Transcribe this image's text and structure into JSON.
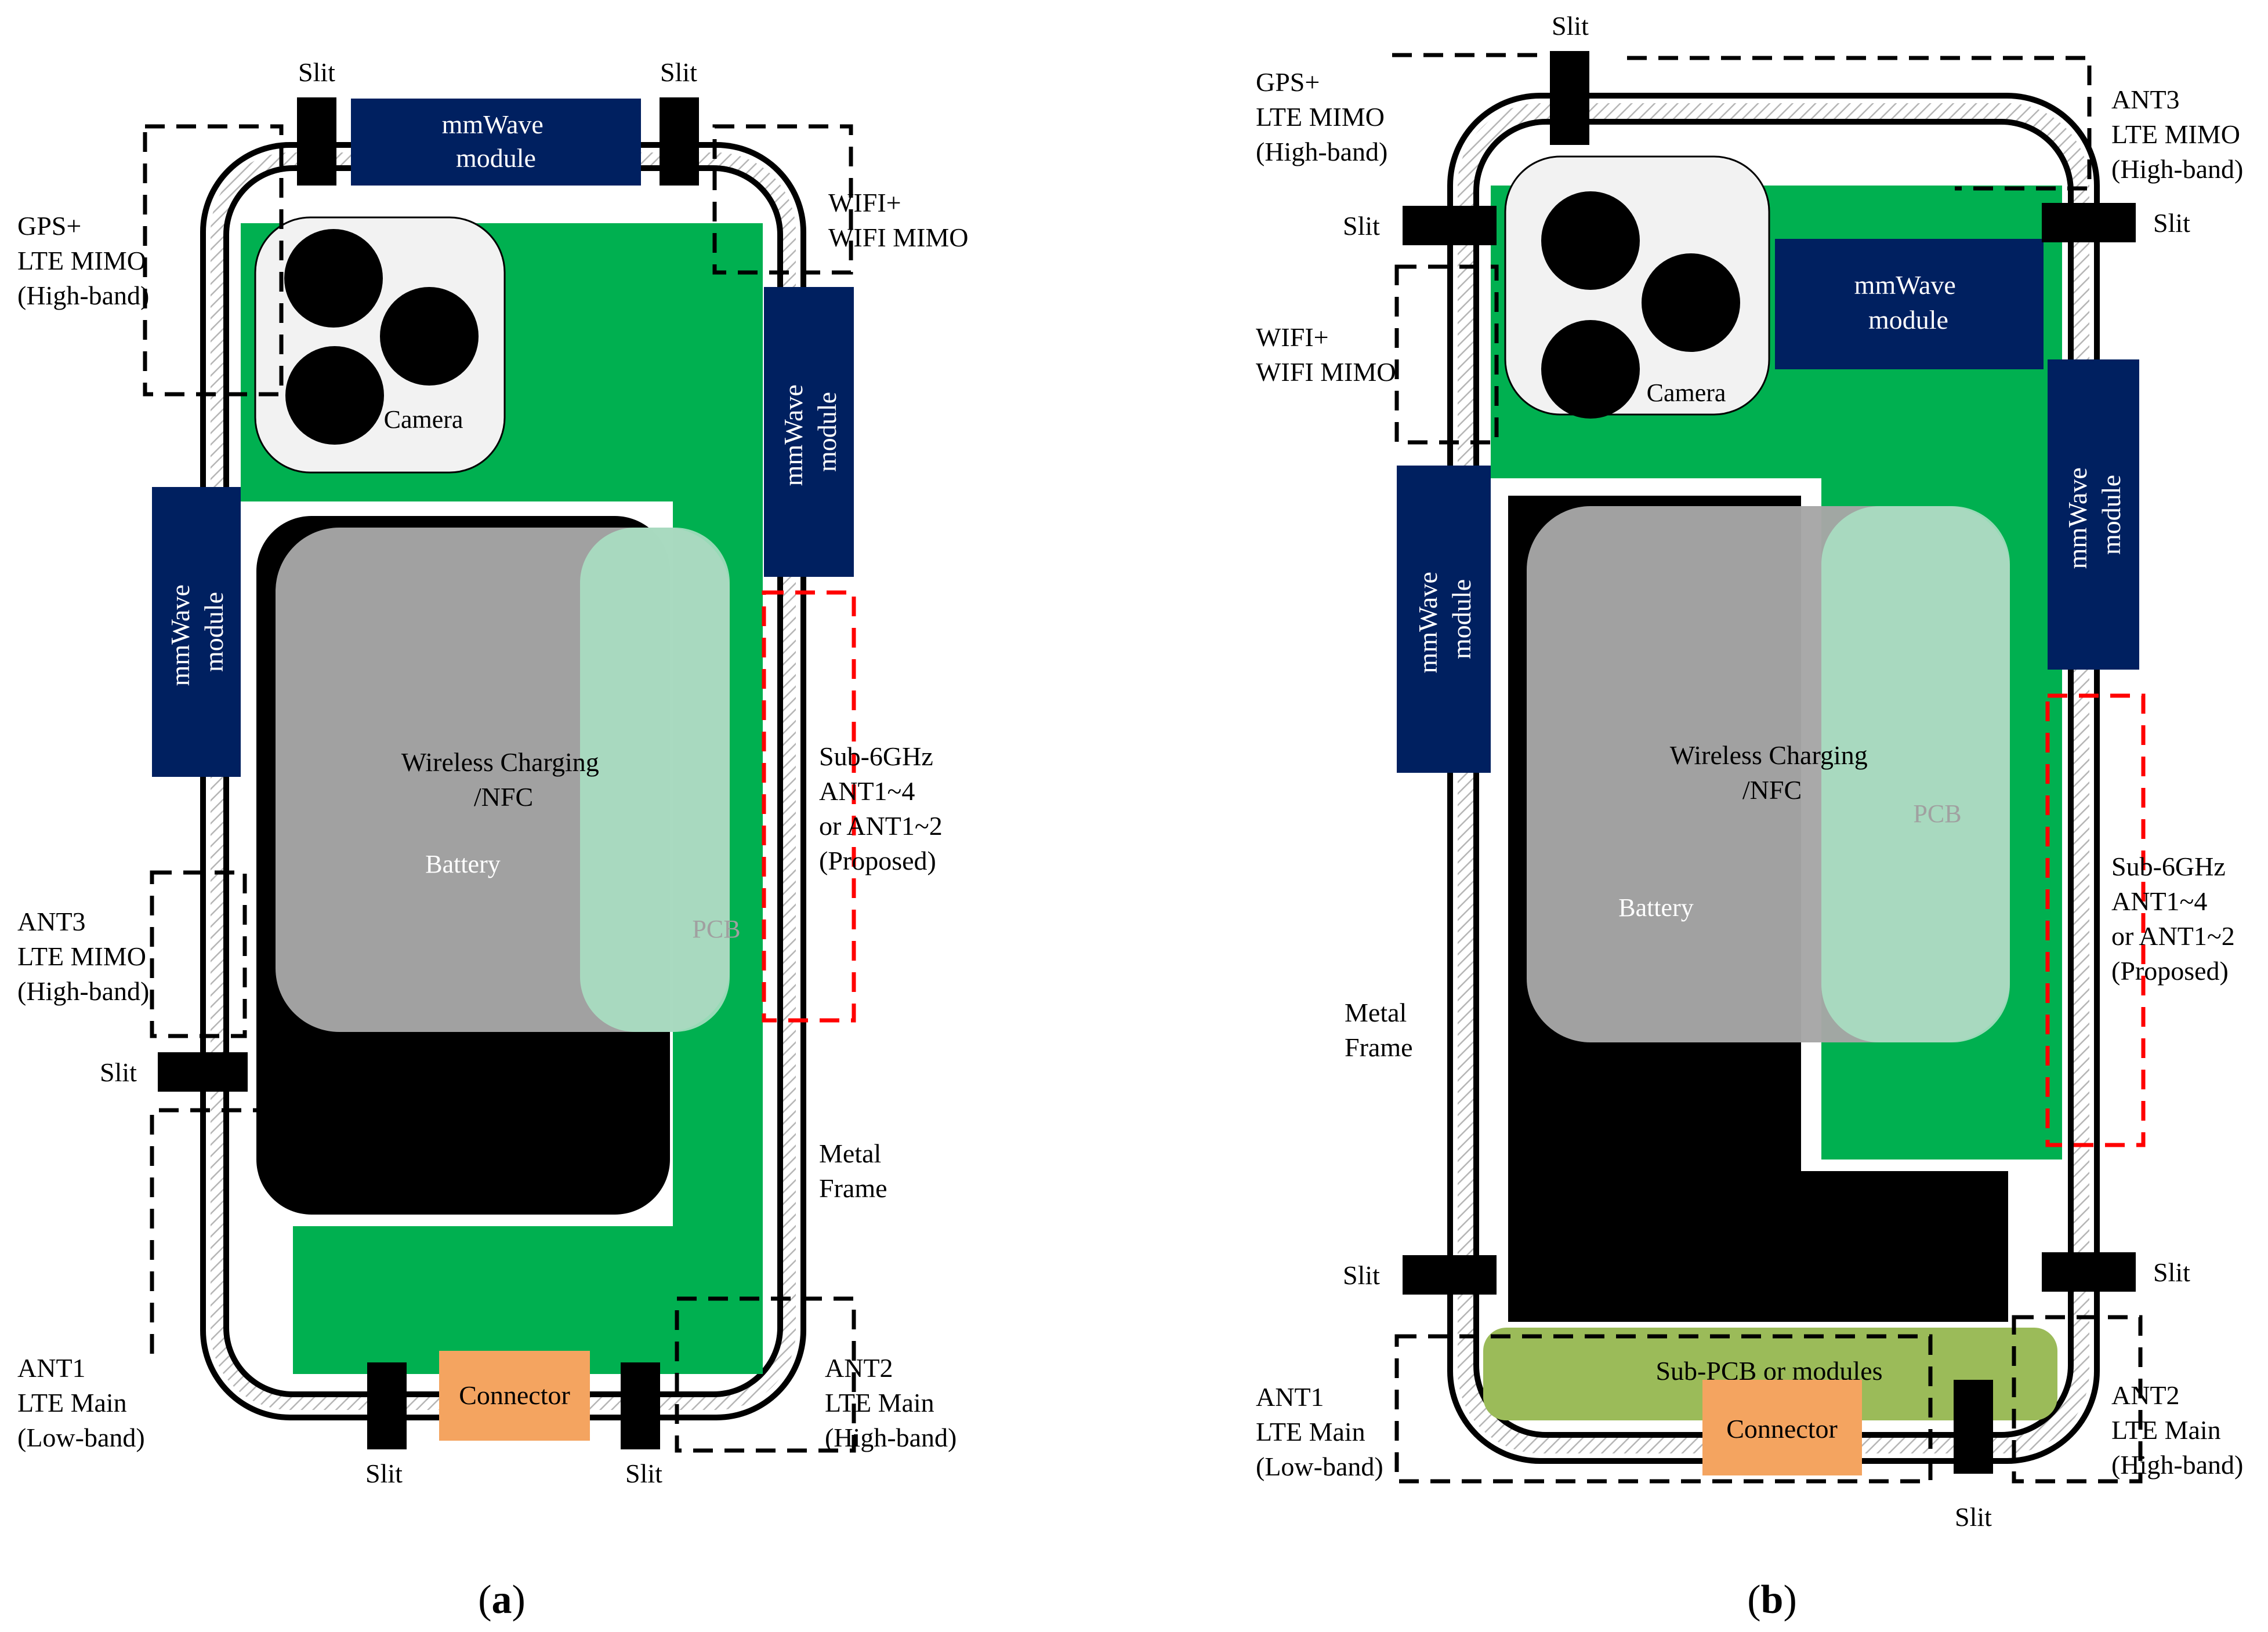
{
  "panels": [
    {
      "id": "a",
      "caption": "a",
      "labels": {
        "slit": "Slit",
        "mmwave": [
          "mmWave",
          "module"
        ],
        "camera": "Camera",
        "wireless": [
          "Wireless Charging",
          "/NFC"
        ],
        "battery": "Battery",
        "pcb": "PCB",
        "connector": "Connector",
        "metal_frame": [
          "Metal",
          "Frame"
        ],
        "gps": [
          "GPS+",
          "LTE MIMO",
          "(High-band)"
        ],
        "wifi": [
          "WIFI+",
          "WIFI MIMO"
        ],
        "ant3": [
          "ANT3",
          "LTE MIMO",
          "(High-band)"
        ],
        "sub6": [
          "Sub-6GHz",
          "ANT1~4",
          "or ANT1~2",
          "(Proposed)"
        ],
        "ant1": [
          "ANT1",
          "LTE Main",
          "(Low-band)"
        ],
        "ant2": [
          "ANT2",
          "LTE Main",
          "(High-band)"
        ]
      }
    },
    {
      "id": "b",
      "caption": "b",
      "labels": {
        "slit": "Slit",
        "mmwave": [
          "mmWave",
          "module"
        ],
        "camera": "Camera",
        "wireless": [
          "Wireless Charging",
          "/NFC"
        ],
        "battery": "Battery",
        "pcb": "PCB",
        "connector": "Connector",
        "sub_pcb": "Sub-PCB or modules",
        "metal_frame": [
          "Metal",
          "Frame"
        ],
        "gps": [
          "GPS+",
          "LTE MIMO",
          "(High-band)"
        ],
        "wifi": [
          "WIFI+",
          "WIFI MIMO"
        ],
        "ant3": [
          "ANT3",
          "LTE MIMO",
          "(High-band)"
        ],
        "sub6": [
          "Sub-6GHz",
          "ANT1~4",
          "or ANT1~2",
          "(Proposed)"
        ],
        "ant1": [
          "ANT1",
          "LTE Main",
          "(Low-band)"
        ],
        "ant2": [
          "ANT2",
          "LTE Main",
          "(High-band)"
        ]
      }
    }
  ],
  "colors": {
    "pcb_green": "#00b050",
    "module_navy": "#002060",
    "battery_black": "#000000",
    "wireless_gray": "#a6a6a6",
    "pcb_overlay": "#a9dfc2",
    "connector_orange": "#f4a460",
    "sub_pcb_olive": "#9bbb59",
    "camera_bg": "#f2f2f2",
    "sub6_red": "#ff0000",
    "pcb_text_gray": "#a0a0a0"
  }
}
